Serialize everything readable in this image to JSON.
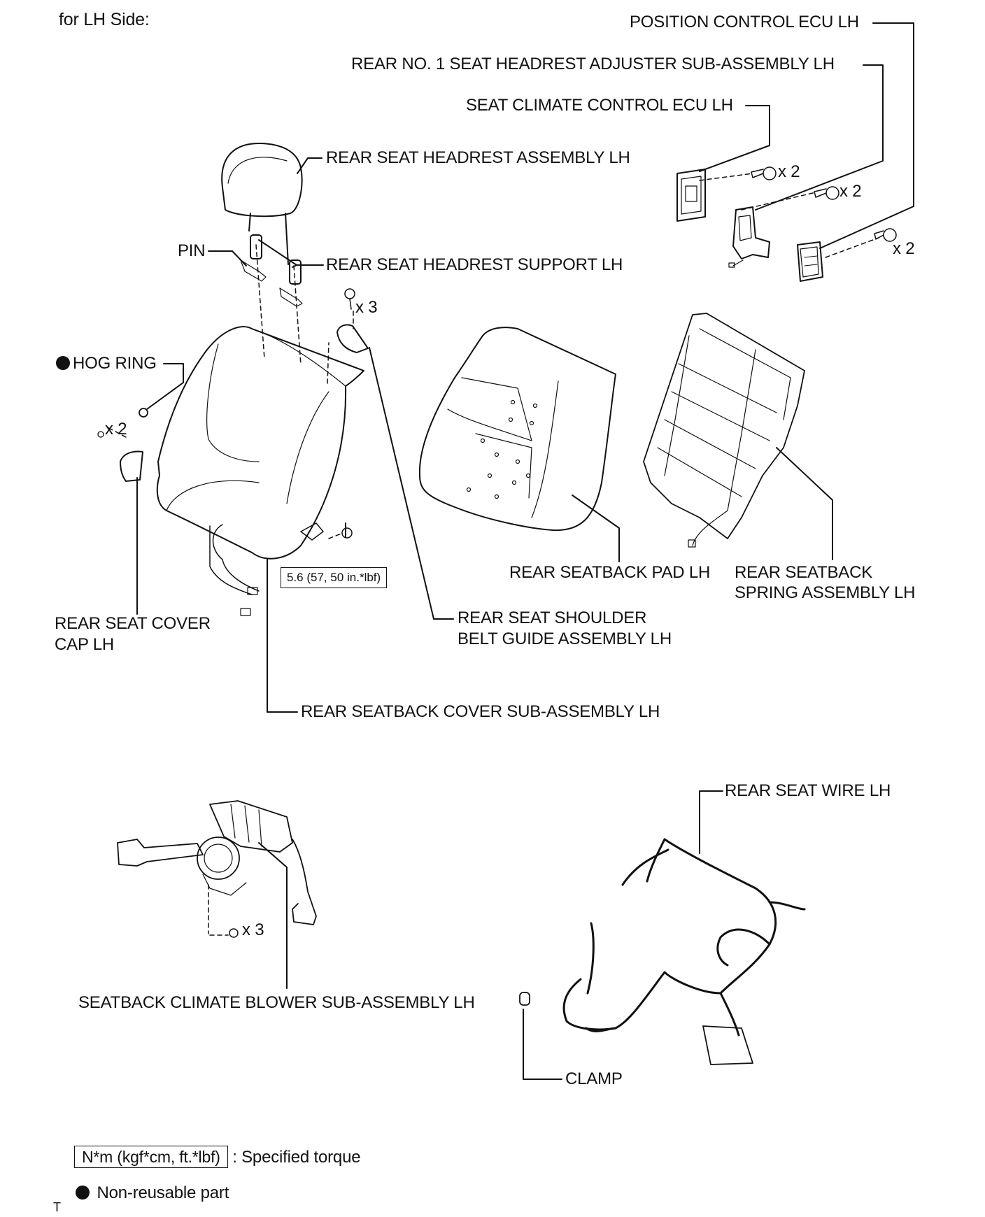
{
  "header": {
    "title": "for LH Side:"
  },
  "labels": {
    "position_control_ecu": "POSITION CONTROL ECU LH",
    "headrest_adjuster": "REAR NO. 1 SEAT HEADREST ADJUSTER SUB-ASSEMBLY LH",
    "climate_ecu": "SEAT CLIMATE CONTROL ECU LH",
    "headrest_assembly": "REAR SEAT HEADREST ASSEMBLY LH",
    "pin": "PIN",
    "headrest_support": "REAR SEAT HEADREST SUPPORT LH",
    "hog_ring": "HOG RING",
    "cover_cap_line1": "REAR SEAT COVER",
    "cover_cap_line2": "CAP LH",
    "seatback_pad": "REAR SEATBACK PAD LH",
    "spring_line1": "REAR SEATBACK",
    "spring_line2": "SPRING ASSEMBLY LH",
    "shoulder_line1": "REAR SEAT SHOULDER",
    "shoulder_line2": "BELT GUIDE ASSEMBLY LH",
    "seatback_cover": "REAR SEATBACK COVER SUB-ASSEMBLY LH",
    "seat_wire": "REAR SEAT WIRE LH",
    "blower": "SEATBACK CLIMATE BLOWER SUB-ASSEMBLY LH",
    "clamp": "CLAMP"
  },
  "quantities": {
    "ecu_screws": "x 2",
    "adjuster_screws": "x 2",
    "position_screws": "x 2",
    "belt_guide_screws": "x 3",
    "cap_screws": "x 2",
    "blower_nuts": "x 3"
  },
  "torque": {
    "value": "5.6 (57, 50 in.*lbf)"
  },
  "legend": {
    "torque_box": "N*m (kgf*cm, ft.*lbf)",
    "torque_desc": ": Specified torque",
    "nonreusable_desc": "Non-reusable part"
  },
  "footer": {
    "mark": "T"
  }
}
